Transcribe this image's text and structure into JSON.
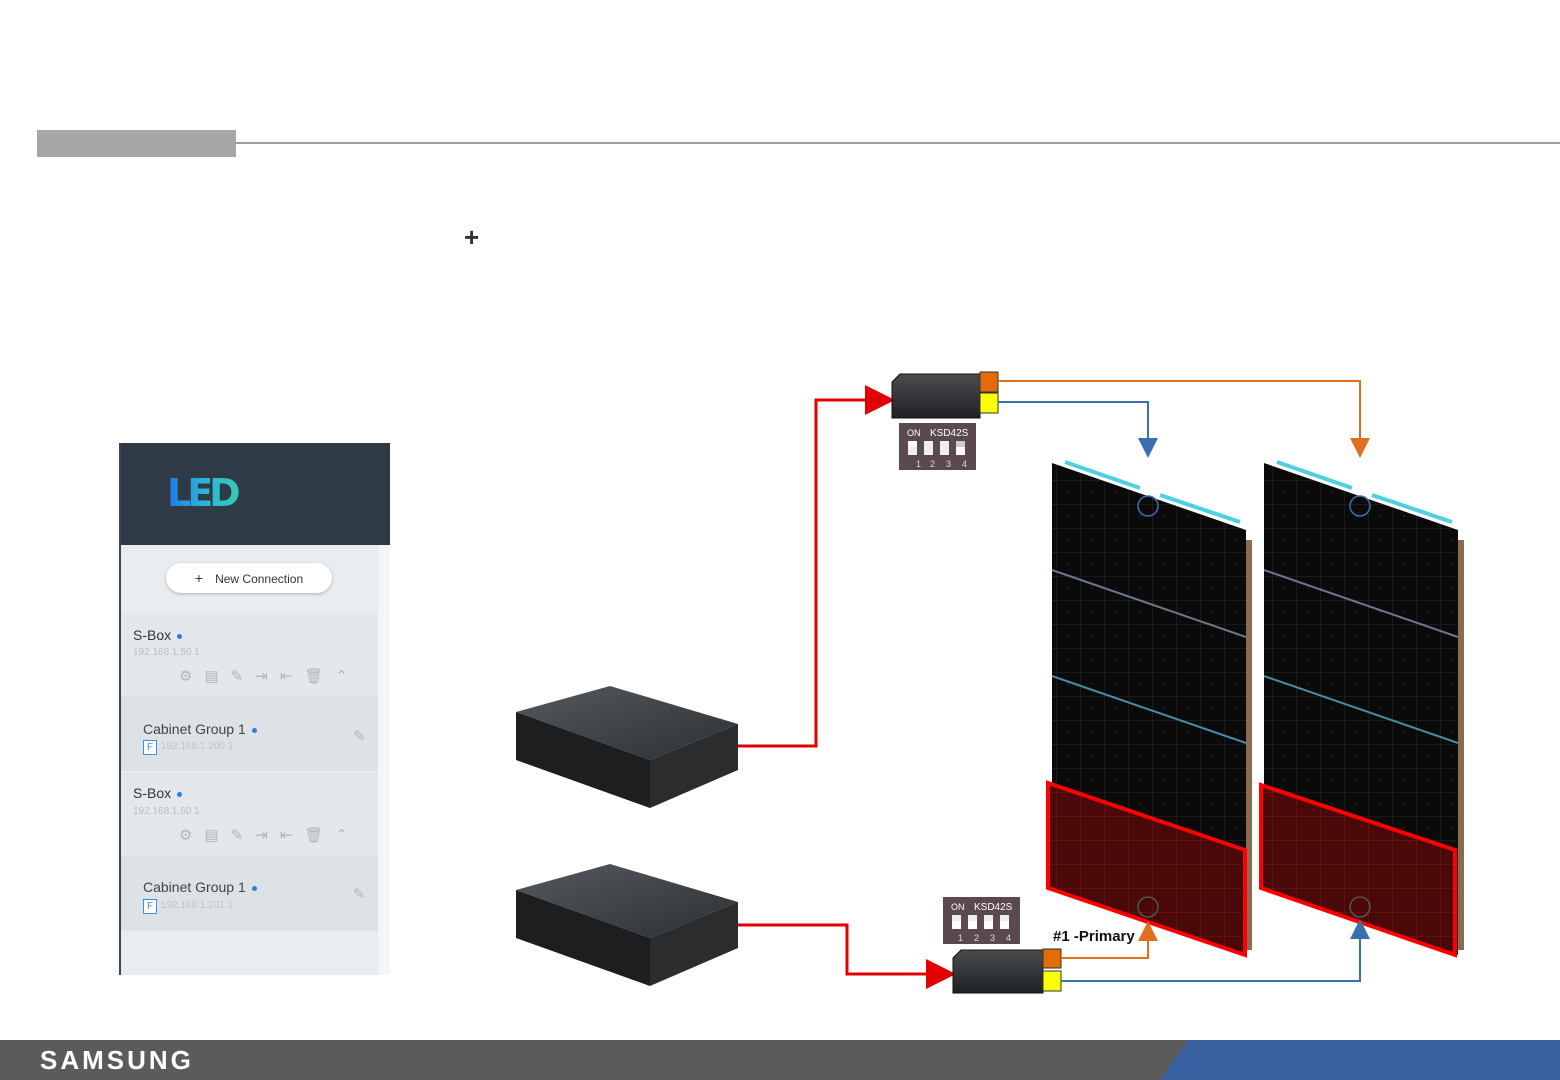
{
  "header": {
    "section_tab": "",
    "plus_mark": "+"
  },
  "led_manager": {
    "logo": "LED",
    "new_connection": {
      "icon": "+",
      "label": "New Connection"
    },
    "sboxes": [
      {
        "name": "S-Box",
        "ip": "192.168.1.50  1",
        "cabinet_group": {
          "name": "Cabinet Group 1",
          "badge": "F",
          "ip": "192.168.1.200  1"
        }
      },
      {
        "name": "S-Box",
        "ip": "192.168.1.60  1",
        "cabinet_group": {
          "name": "Cabinet Group 1",
          "badge": "F",
          "ip": "192.168.1.201  1"
        }
      }
    ],
    "toolbar_icons": [
      "settings-icon",
      "document-icon",
      "edit-icon",
      "import-icon",
      "export-icon",
      "trash-icon",
      "chevron-up-icon"
    ]
  },
  "diagram": {
    "dip_switch_label": "KSD42S",
    "dip_on_label": "ON",
    "dip_numbers": [
      "1",
      "2",
      "3",
      "4"
    ],
    "primary_label": "#1  -Primary",
    "colors": {
      "signal": "#e30000",
      "orange_link": "#e07020",
      "blue_link": "#3b6fb0",
      "port_orange": "#e36c09",
      "port_yellow": "#ffff00",
      "highlight": "#ff0000"
    }
  },
  "footer": {
    "brand": "SAMSUNG"
  }
}
